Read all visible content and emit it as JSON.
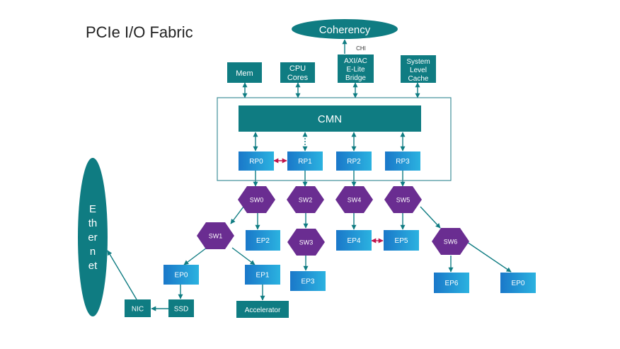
{
  "title": "PCIe I/O Fabric",
  "colors": {
    "teal": "#0f7c82",
    "teal_dark": "#0a6b70",
    "blue_start": "#1a78c9",
    "blue_end": "#2bb2e0",
    "purple": "#6a2d91",
    "link_red": "#c0144b",
    "frame": "#3f8f99"
  },
  "top": {
    "coherency": "Coherency",
    "chi": "CHI",
    "mem": "Mem",
    "cpu_cores": [
      "CPU",
      "Cores"
    ],
    "bridge": [
      "AXI/AC",
      "E-Lite",
      "Bridge"
    ],
    "slc": [
      "System",
      "Level",
      "Cache"
    ]
  },
  "cmn": "CMN",
  "root_ports": [
    "RP0",
    "RP1",
    "RP2",
    "RP3"
  ],
  "switches": {
    "sw0": "SW0",
    "sw1": "SW1",
    "sw2": "SW2",
    "sw3": "SW3",
    "sw4": "SW4",
    "sw5": "SW5",
    "sw6": "SW6"
  },
  "endpoints": {
    "ep2": "EP2",
    "ep4": "EP4",
    "ep5": "EP5",
    "ep0_left": "EP0",
    "ep1": "EP1",
    "ep3": "EP3",
    "ep6": "EP6",
    "ep0_right": "EP0"
  },
  "devices": {
    "nic": "NIC",
    "ssd": "SSD",
    "accelerator": "Accelerator"
  },
  "ethernet": [
    "E",
    "th",
    "er",
    "n",
    "et"
  ]
}
